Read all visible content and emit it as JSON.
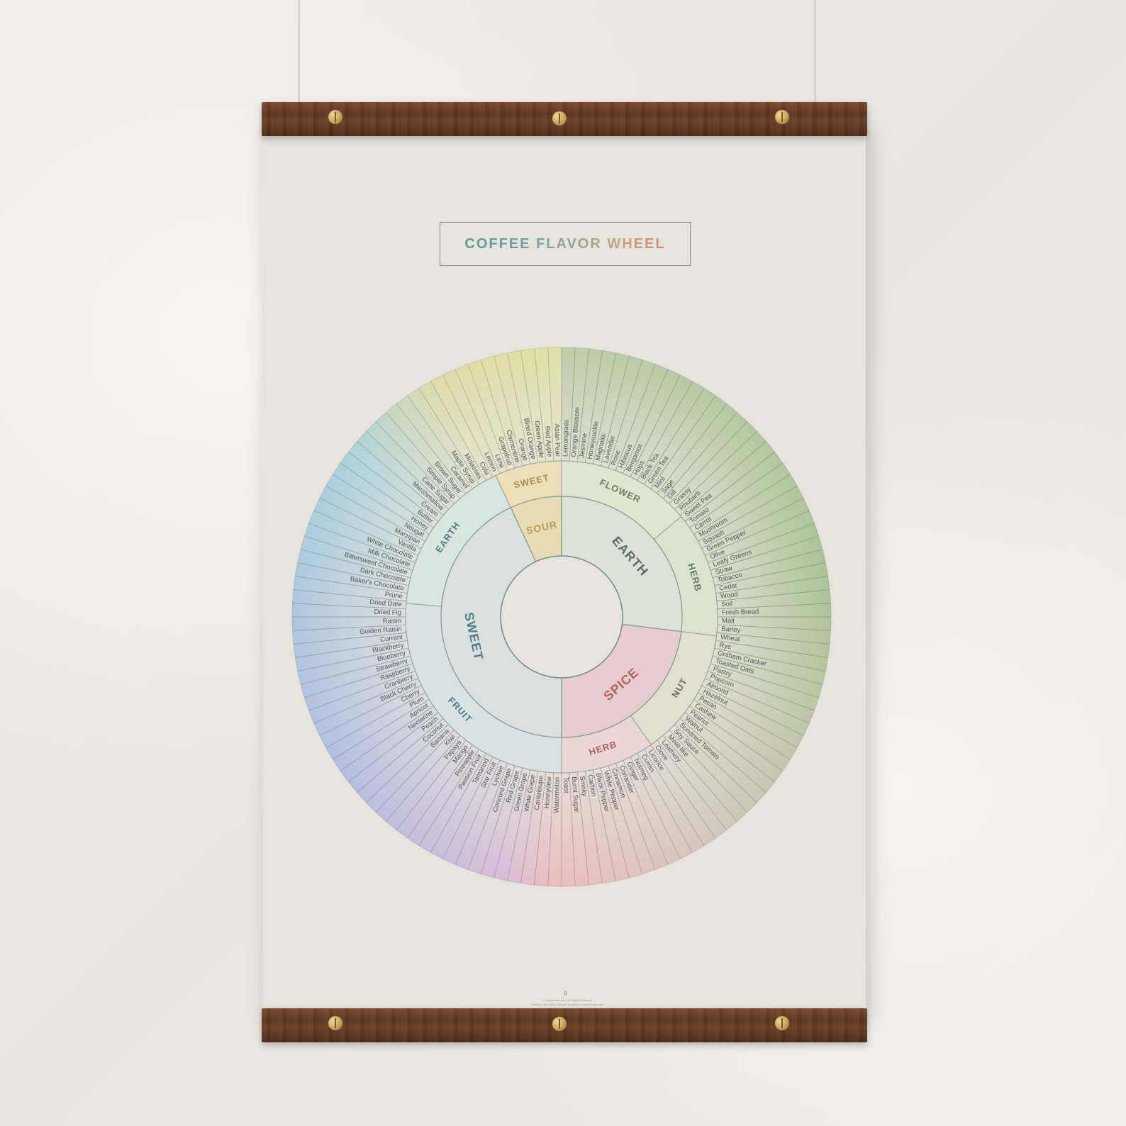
{
  "poster": {
    "title_parts": [
      "COFFEE",
      "FLAVOR",
      "WHEEL"
    ],
    "title_colors": [
      "#5a9a96",
      "#8fb0a0",
      "#c4a07a"
    ],
    "fineprint_line1": "© Grovemade Ltd., All Rights Reserved",
    "fineprint_line2": "Printed in the USA | Sources available at grovemade.com",
    "logo": "g"
  },
  "wheel": {
    "center_hub": "",
    "inner_categories": [
      {
        "label": "SOUR",
        "color": "#b89a56"
      },
      {
        "label": "EARTH",
        "color": "#5e6f62"
      },
      {
        "label": "SPICE",
        "color": "#b45f63"
      },
      {
        "label": "SWEET",
        "color": "#4e8286"
      }
    ],
    "middle_categories": [
      {
        "label": "SWEET",
        "color": "#a88f52"
      },
      {
        "label": "FLOWER",
        "color": "#6b7f58"
      },
      {
        "label": "HERB",
        "color": "#5f7c5c"
      },
      {
        "label": "NUT",
        "color": "#6d6e5a"
      },
      {
        "label": "HERB",
        "color": "#a96066"
      },
      {
        "label": "FRUIT",
        "color": "#4a7f85"
      },
      {
        "label": "EARTH",
        "color": "#4f807e"
      }
    ],
    "outer_flavors": [
      "Lemongrass",
      "Orange Blossom",
      "Jasmine",
      "Honeysuckle",
      "Magnolia",
      "Lavender",
      "Rose",
      "Hibiscus",
      "Bergamot",
      "Hops",
      "Black Tea",
      "Green Tea",
      "Mint",
      "Sage",
      "Dill",
      "Grassy",
      "Rhubarb",
      "Sweet Pea",
      "Tomato",
      "Carrot",
      "Mushroom",
      "Squash",
      "Green Pepper",
      "Olive",
      "Leafy Greens",
      "Straw",
      "Tobacco",
      "Cedar",
      "Wood",
      "Soil",
      "Fresh Bread",
      "Malt",
      "Barley",
      "Wheat",
      "Rye",
      "Graham Cracker",
      "Toasted Oats",
      "Pastry",
      "Popcorn",
      "Almond",
      "Hazelnut",
      "Pecan",
      "Cashew",
      "Peanut",
      "Walnut",
      "Sundried Tomato",
      "Soy Sauce",
      "Meat-like",
      "Leathery",
      "Clove",
      "Licorice",
      "Cumin",
      "Nutmeg",
      "Ginger",
      "Coriander",
      "Cinnamon",
      "White Pepper",
      "Black Pepper",
      "Carbon",
      "Smoky",
      "Burnt Sugar",
      "Toast",
      "Watermelon",
      "Honeydew",
      "Cantaloupe",
      "White Grape",
      "Green Grape",
      "Red Grape",
      "Concord Grape",
      "Lychee",
      "Star Fruit",
      "Tamarind",
      "Passion Fruit",
      "Pineapple",
      "Mango",
      "Papaya",
      "Kiwi",
      "Banana",
      "Coconut",
      "Peach",
      "Nectarine",
      "Apricot",
      "Plum",
      "Cherry",
      "Black Cherry",
      "Cranberry",
      "Raspberry",
      "Strawberry",
      "Blueberry",
      "Blackberry",
      "Currant",
      "Golden Raisin",
      "Raisin",
      "Dried Fig",
      "Dried Date",
      "Prune",
      "Baker's Chocolate",
      "Dark Chocolate",
      "Bittersweet Chocolate",
      "Milk Chocolate",
      "White Chocolate",
      "Vanilla",
      "Marzipan",
      "Nougat",
      "Honey",
      "Butter",
      "Cream",
      "Marshmallow",
      "Cane Sugar",
      "Simple Syrup",
      "Brown Sugar",
      "Caramel",
      "Maple Syrup",
      "Molasses",
      "Cola",
      "Lemon",
      "Lime",
      "Grapefruit",
      "Clementine",
      "Orange",
      "Blood Orange",
      "Green Apple",
      "Red Apple",
      "Asian Pear"
    ]
  }
}
